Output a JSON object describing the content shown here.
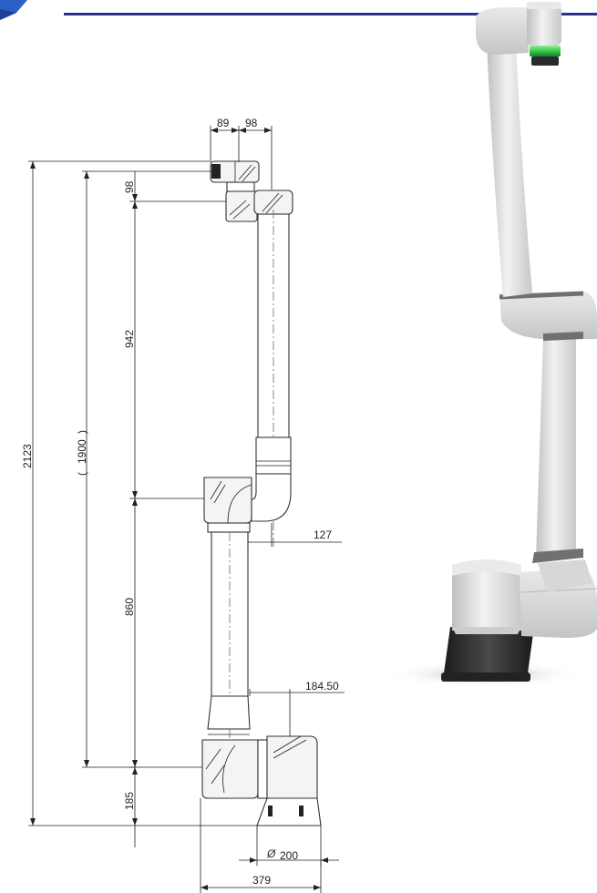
{
  "colors": {
    "header_rule": "#2e2f8c",
    "corner_logo": "#2d5fc8",
    "robot_led": "#36c94a",
    "robot_body": "#d9dadb",
    "robot_base": "#2a2a2a"
  },
  "dimensions": {
    "top_left": "89",
    "top_right": "98",
    "shoulder_offset": "98",
    "upper_arm": "942",
    "total_height": "2123",
    "reach_open": "(",
    "reach": "1900",
    "reach_close": ")",
    "elbow_offset": "127",
    "forearm": "860",
    "base_offset": "184.50",
    "base_height": "185",
    "diameter_symbol": "Ø",
    "diameter": "200",
    "base_width": "379"
  }
}
